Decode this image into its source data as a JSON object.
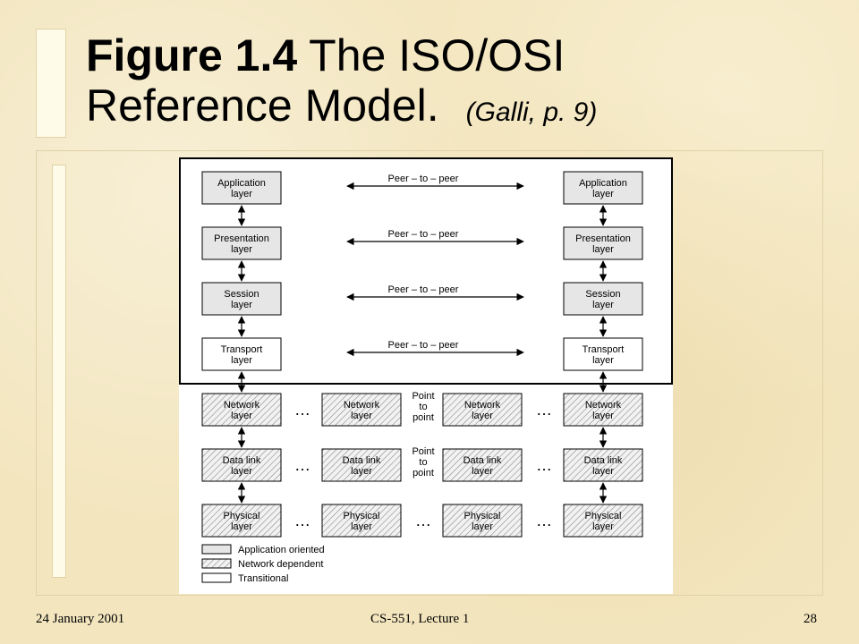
{
  "title": {
    "bold": "Figure 1.4",
    "rest": " The ISO/OSI",
    "line2": "Reference Model.",
    "cite": "(Galli, p. 9)"
  },
  "diagram": {
    "upper_layers": [
      {
        "line1": "Application",
        "line2": "layer"
      },
      {
        "line1": "Presentation",
        "line2": "layer"
      },
      {
        "line1": "Session",
        "line2": "layer"
      },
      {
        "line1": "Transport",
        "line2": "layer"
      }
    ],
    "peer_label": "Peer – to – peer",
    "lower_layers": [
      {
        "line1": "Network",
        "line2": "layer"
      },
      {
        "line1": "Data link",
        "line2": "layer"
      },
      {
        "line1": "Physical",
        "line2": "layer"
      }
    ],
    "point_to_point": {
      "line1": "Point",
      "line2": "to",
      "line3": "point"
    },
    "ellipsis": "…",
    "legend": [
      {
        "label": "Application oriented",
        "pattern": "plain-gray"
      },
      {
        "label": "Network dependent",
        "pattern": "hatched"
      },
      {
        "label": "Transitional",
        "pattern": "white"
      }
    ]
  },
  "footer": {
    "date": "24 January 2001",
    "course": "CS-551, Lecture 1",
    "page": "28"
  },
  "colors": {
    "background": "#f3e6bf",
    "box_gray": "#e6e6e6",
    "diagram_bg": "#ffffff"
  }
}
